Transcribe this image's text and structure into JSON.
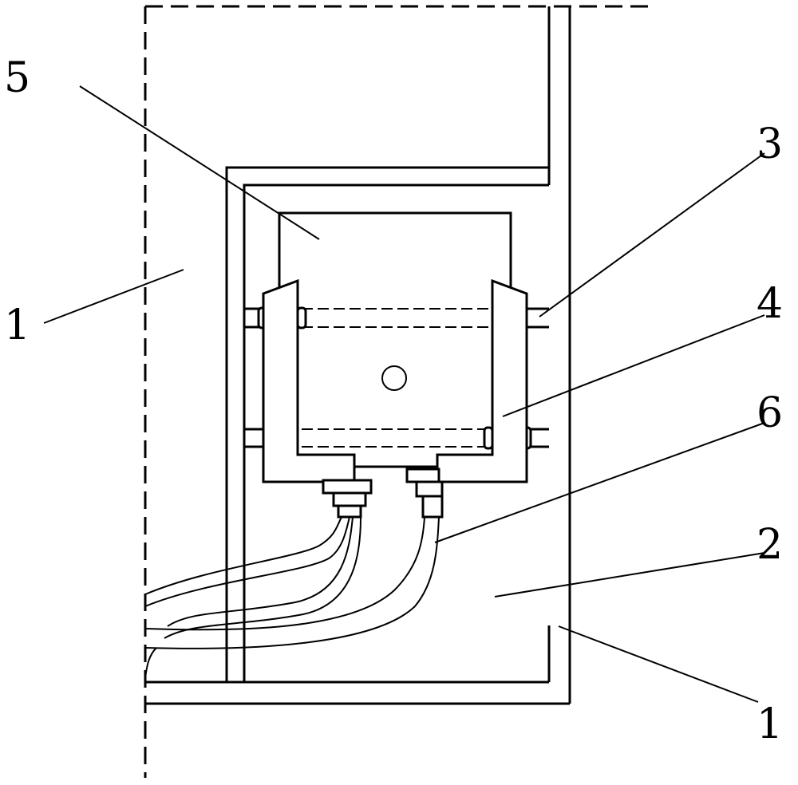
{
  "labels": {
    "five": "5",
    "three": "3",
    "four": "4",
    "six": "6",
    "two": "2",
    "one_left": "1",
    "one_bottom": "1"
  }
}
